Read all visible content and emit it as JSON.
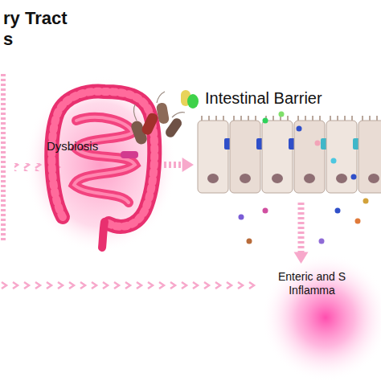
{
  "diagram": {
    "title": "ry Tract s",
    "nodes": [
      {
        "text": [
          "Dysbiosis"
        ]
      },
      {
        "text": [
          "Intestinal Barrier"
        ]
      },
      {
        "text": [
          "Enteric and S Inflamma"
        ]
      }
    ],
    "edges": [
      {
        "from": 0,
        "to": 1,
        "arrow": "to"
      },
      {
        "from": 1,
        "to": 2,
        "arrow": "to"
      }
    ]
  }
}
